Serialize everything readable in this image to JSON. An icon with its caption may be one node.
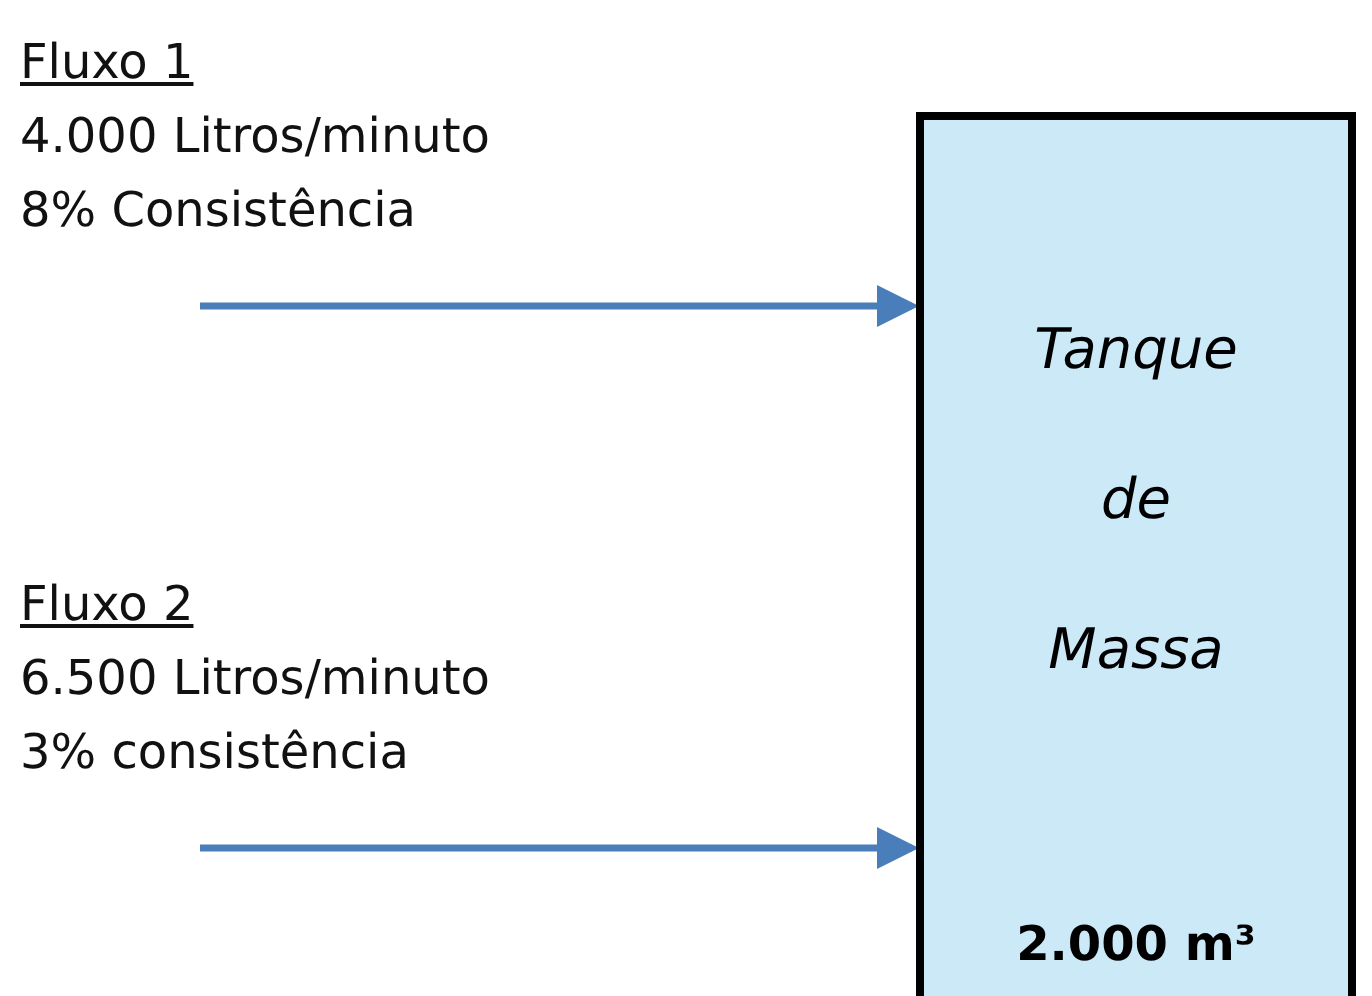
{
  "diagram": {
    "nodes": [
      {
        "text": [
          "Fluxo 1",
          "4.000 Litros/minuto",
          "8% Consistência"
        ]
      },
      {
        "text": [
          "Fluxo 2",
          "6.500 Litros/minuto",
          "3% consistência"
        ]
      },
      {
        "text": [
          "Tanque de Massa",
          "2.000 m³"
        ]
      }
    ],
    "edges": [
      {
        "from": 0,
        "to": 2,
        "arrow": "to"
      },
      {
        "from": 1,
        "to": 2,
        "arrow": "to"
      }
    ]
  }
}
